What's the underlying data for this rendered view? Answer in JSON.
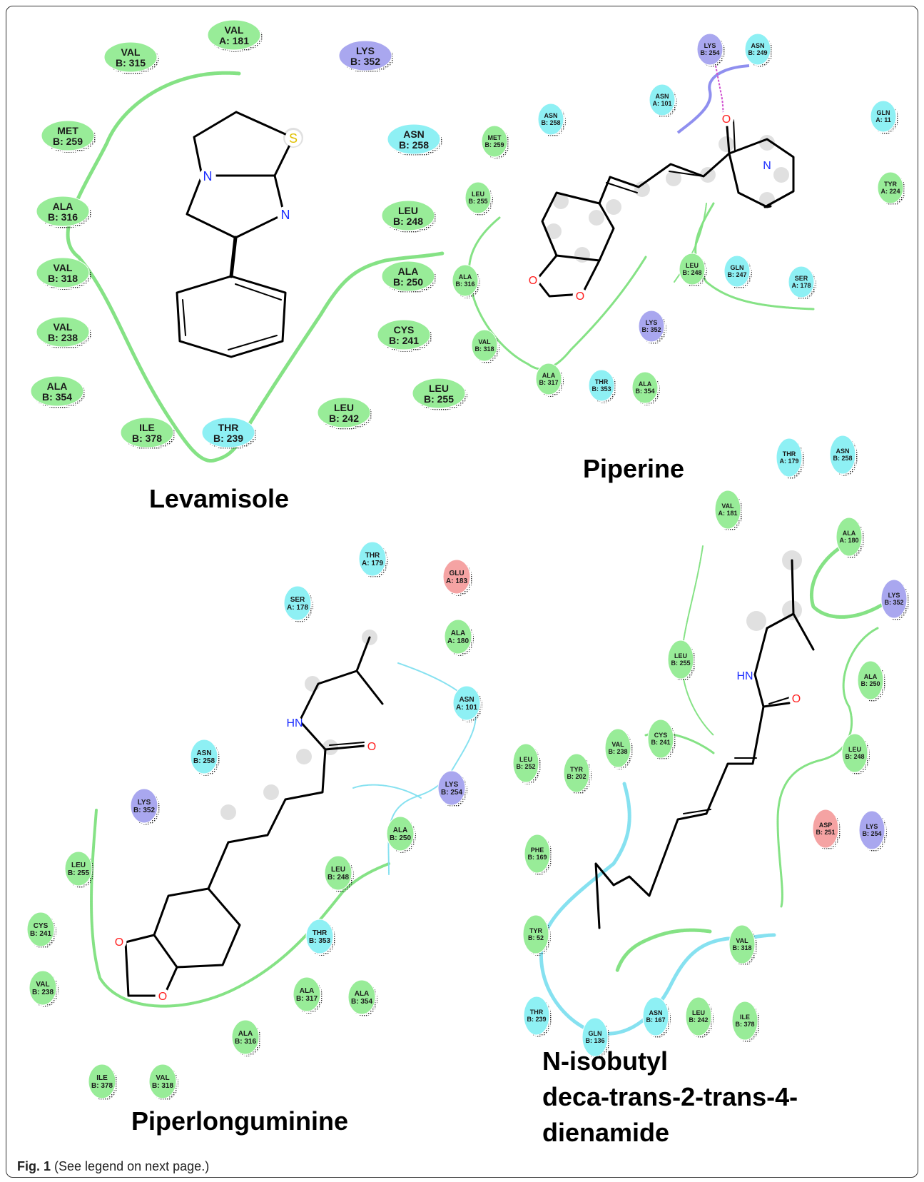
{
  "caption": {
    "label": "Fig. 1",
    "text": "(See legend on next page.)"
  },
  "colors": {
    "hydrophobic": "#98ec98",
    "polar": "#8ef0f4",
    "positive": "#a9a7ef",
    "negative": "#f5a3a3",
    "hydrophobic_contour": "#7ee07e",
    "polar_contour": "#7fdfef",
    "charged_contour": "#8f8fef",
    "hbond": "#d050d0",
    "ligand": "#000000",
    "nitrogen": "#1a2cff",
    "oxygen": "#ff2020",
    "sulfur": "#e0c000"
  },
  "panels": [
    {
      "title": "Levamisole",
      "residues": [
        {
          "name": "VAL",
          "chain": "A: 181",
          "type": "hydrophobic"
        },
        {
          "name": "VAL",
          "chain": "B: 315",
          "type": "hydrophobic"
        },
        {
          "name": "LYS",
          "chain": "B: 352",
          "type": "positive"
        },
        {
          "name": "MET",
          "chain": "B: 259",
          "type": "hydrophobic"
        },
        {
          "name": "ASN",
          "chain": "B: 258",
          "type": "polar"
        },
        {
          "name": "ALA",
          "chain": "B: 316",
          "type": "hydrophobic"
        },
        {
          "name": "LEU",
          "chain": "B: 248",
          "type": "hydrophobic"
        },
        {
          "name": "VAL",
          "chain": "B: 318",
          "type": "hydrophobic"
        },
        {
          "name": "ALA",
          "chain": "B: 250",
          "type": "hydrophobic"
        },
        {
          "name": "VAL",
          "chain": "B: 238",
          "type": "hydrophobic"
        },
        {
          "name": "CYS",
          "chain": "B: 241",
          "type": "hydrophobic"
        },
        {
          "name": "ALA",
          "chain": "B: 354",
          "type": "hydrophobic"
        },
        {
          "name": "LEU",
          "chain": "B: 255",
          "type": "hydrophobic"
        },
        {
          "name": "ILE",
          "chain": "B: 378",
          "type": "hydrophobic"
        },
        {
          "name": "THR",
          "chain": "B: 239",
          "type": "polar"
        },
        {
          "name": "LEU",
          "chain": "B: 242",
          "type": "hydrophobic"
        }
      ],
      "atoms": [
        {
          "symbol": "S",
          "element": "sulfur"
        },
        {
          "symbol": "N",
          "element": "nitrogen"
        },
        {
          "symbol": "N",
          "element": "nitrogen"
        }
      ]
    },
    {
      "title": "Piperine",
      "residues": [
        {
          "name": "LYS",
          "chain": "B: 254",
          "type": "positive"
        },
        {
          "name": "ASN",
          "chain": "B: 249",
          "type": "polar"
        },
        {
          "name": "ASN",
          "chain": "A: 101",
          "type": "polar"
        },
        {
          "name": "GLN",
          "chain": "A: 11",
          "type": "polar"
        },
        {
          "name": "ASN",
          "chain": "B: 258",
          "type": "polar"
        },
        {
          "name": "MET",
          "chain": "B: 259",
          "type": "hydrophobic"
        },
        {
          "name": "TYR",
          "chain": "A: 224",
          "type": "hydrophobic"
        },
        {
          "name": "LEU",
          "chain": "B: 255",
          "type": "hydrophobic"
        },
        {
          "name": "ALA",
          "chain": "B: 316",
          "type": "hydrophobic"
        },
        {
          "name": "LEU",
          "chain": "B: 248",
          "type": "hydrophobic"
        },
        {
          "name": "GLN",
          "chain": "B: 247",
          "type": "polar"
        },
        {
          "name": "SER",
          "chain": "A: 178",
          "type": "polar"
        },
        {
          "name": "LYS",
          "chain": "B: 352",
          "type": "positive"
        },
        {
          "name": "VAL",
          "chain": "B: 318",
          "type": "hydrophobic"
        },
        {
          "name": "ALA",
          "chain": "B: 317",
          "type": "hydrophobic"
        },
        {
          "name": "THR",
          "chain": "B: 353",
          "type": "polar"
        },
        {
          "name": "ALA",
          "chain": "B: 354",
          "type": "hydrophobic"
        }
      ],
      "atoms": [
        {
          "symbol": "O",
          "element": "oxygen"
        },
        {
          "symbol": "N",
          "element": "nitrogen"
        },
        {
          "symbol": "O",
          "element": "oxygen"
        },
        {
          "symbol": "O",
          "element": "oxygen"
        }
      ]
    },
    {
      "title": "Piperlonguminine",
      "residues": [
        {
          "name": "THR",
          "chain": "A: 179",
          "type": "polar"
        },
        {
          "name": "GLU",
          "chain": "A: 183",
          "type": "negative"
        },
        {
          "name": "SER",
          "chain": "A: 178",
          "type": "polar"
        },
        {
          "name": "ALA",
          "chain": "A: 180",
          "type": "hydrophobic"
        },
        {
          "name": "ASN",
          "chain": "A: 101",
          "type": "polar"
        },
        {
          "name": "ASN",
          "chain": "B: 258",
          "type": "polar"
        },
        {
          "name": "LYS",
          "chain": "B: 254",
          "type": "positive"
        },
        {
          "name": "LYS",
          "chain": "B: 352",
          "type": "positive"
        },
        {
          "name": "ALA",
          "chain": "B: 250",
          "type": "hydrophobic"
        },
        {
          "name": "LEU",
          "chain": "B: 255",
          "type": "hydrophobic"
        },
        {
          "name": "LEU",
          "chain": "B: 248",
          "type": "hydrophobic"
        },
        {
          "name": "CYS",
          "chain": "B: 241",
          "type": "hydrophobic"
        },
        {
          "name": "THR",
          "chain": "B: 353",
          "type": "polar"
        },
        {
          "name": "VAL",
          "chain": "B: 238",
          "type": "hydrophobic"
        },
        {
          "name": "ALA",
          "chain": "B: 317",
          "type": "hydrophobic"
        },
        {
          "name": "ALA",
          "chain": "B: 354",
          "type": "hydrophobic"
        },
        {
          "name": "ALA",
          "chain": "B: 316",
          "type": "hydrophobic"
        },
        {
          "name": "ILE",
          "chain": "B: 378",
          "type": "hydrophobic"
        },
        {
          "name": "VAL",
          "chain": "B: 318",
          "type": "hydrophobic"
        }
      ],
      "atoms": [
        {
          "symbol": "HN",
          "element": "nitrogen"
        },
        {
          "symbol": "O",
          "element": "oxygen"
        },
        {
          "symbol": "O",
          "element": "oxygen"
        },
        {
          "symbol": "O",
          "element": "oxygen"
        }
      ]
    },
    {
      "title": "N-isobutyl deca-trans-2-trans-4-dienamide",
      "title_lines": [
        "N-isobutyl",
        "deca-trans-2-trans-4-",
        "dienamide"
      ],
      "residues": [
        {
          "name": "THR",
          "chain": "A: 179",
          "type": "polar"
        },
        {
          "name": "ASN",
          "chain": "B: 258",
          "type": "polar"
        },
        {
          "name": "VAL",
          "chain": "A: 181",
          "type": "hydrophobic"
        },
        {
          "name": "ALA",
          "chain": "A: 180",
          "type": "hydrophobic"
        },
        {
          "name": "LYS",
          "chain": "B: 352",
          "type": "positive"
        },
        {
          "name": "LEU",
          "chain": "B: 255",
          "type": "hydrophobic"
        },
        {
          "name": "ALA",
          "chain": "B: 250",
          "type": "hydrophobic"
        },
        {
          "name": "VAL",
          "chain": "B: 238",
          "type": "hydrophobic"
        },
        {
          "name": "CYS",
          "chain": "B: 241",
          "type": "hydrophobic"
        },
        {
          "name": "LEU",
          "chain": "B: 252",
          "type": "hydrophobic"
        },
        {
          "name": "TYR",
          "chain": "B: 202",
          "type": "hydrophobic"
        },
        {
          "name": "LEU",
          "chain": "B: 248",
          "type": "hydrophobic"
        },
        {
          "name": "ASP",
          "chain": "B: 251",
          "type": "negative"
        },
        {
          "name": "LYS",
          "chain": "B: 254",
          "type": "positive"
        },
        {
          "name": "PHE",
          "chain": "B: 169",
          "type": "hydrophobic"
        },
        {
          "name": "TYR",
          "chain": "B: 52",
          "type": "hydrophobic"
        },
        {
          "name": "VAL",
          "chain": "B: 318",
          "type": "hydrophobic"
        },
        {
          "name": "THR",
          "chain": "B: 239",
          "type": "polar"
        },
        {
          "name": "GLN",
          "chain": "B: 136",
          "type": "polar"
        },
        {
          "name": "ASN",
          "chain": "B: 167",
          "type": "polar"
        },
        {
          "name": "LEU",
          "chain": "B: 242",
          "type": "hydrophobic"
        },
        {
          "name": "ILE",
          "chain": "B: 378",
          "type": "hydrophobic"
        }
      ],
      "atoms": [
        {
          "symbol": "HN",
          "element": "nitrogen"
        },
        {
          "symbol": "O",
          "element": "oxygen"
        }
      ]
    }
  ]
}
